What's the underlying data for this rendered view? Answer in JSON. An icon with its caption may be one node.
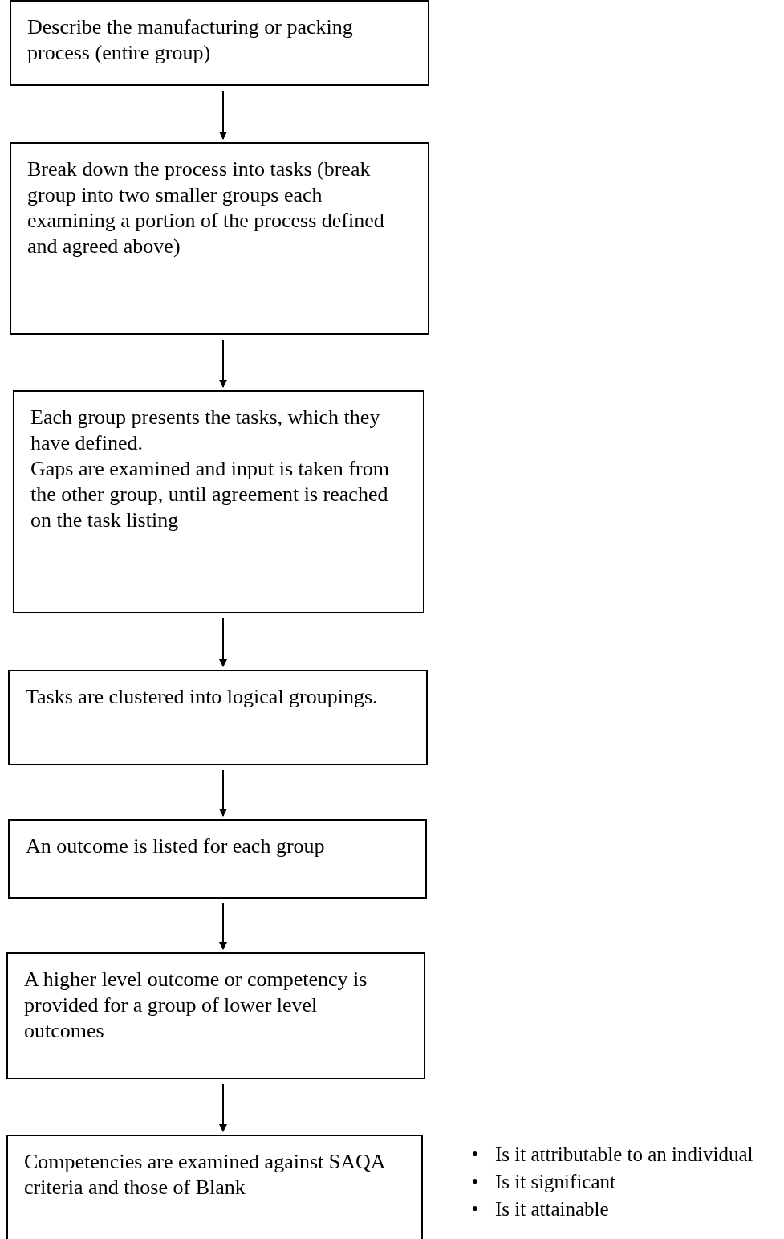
{
  "diagram": {
    "nodes": [
      {
        "text": [
          "Describe the manufacturing or packing process (entire group)"
        ]
      },
      {
        "text": [
          "Break down the process into tasks (break group into two smaller groups each examining a portion of the process defined and agreed above)"
        ]
      },
      {
        "text": [
          "Each group presents the tasks, which they have defined.",
          "Gaps are examined and input is taken from the other group, until agreement is reached on the task listing"
        ]
      },
      {
        "text": [
          "Tasks are clustered into logical groupings."
        ]
      },
      {
        "text": [
          "An outcome is listed for each group"
        ]
      },
      {
        "text": [
          "A higher level outcome or competency is provided for a group of lower level outcomes"
        ]
      },
      {
        "text": [
          "Competencies are examined against SAQA criteria and those of Blank"
        ],
        "beside": [
          "Is it attributable to an individual",
          "Is it significant",
          "Is it attainable"
        ]
      }
    ],
    "edges": [
      {
        "from": 0,
        "to": 1,
        "arrow": "to"
      },
      {
        "from": 1,
        "to": 2,
        "arrow": "to"
      },
      {
        "from": 2,
        "to": 3,
        "arrow": "to"
      },
      {
        "from": 3,
        "to": 4,
        "arrow": "to"
      },
      {
        "from": 4,
        "to": 5,
        "arrow": "to"
      },
      {
        "from": 5,
        "to": 6,
        "arrow": "to"
      }
    ],
    "labels": [
      "•",
      "•",
      "•"
    ]
  }
}
